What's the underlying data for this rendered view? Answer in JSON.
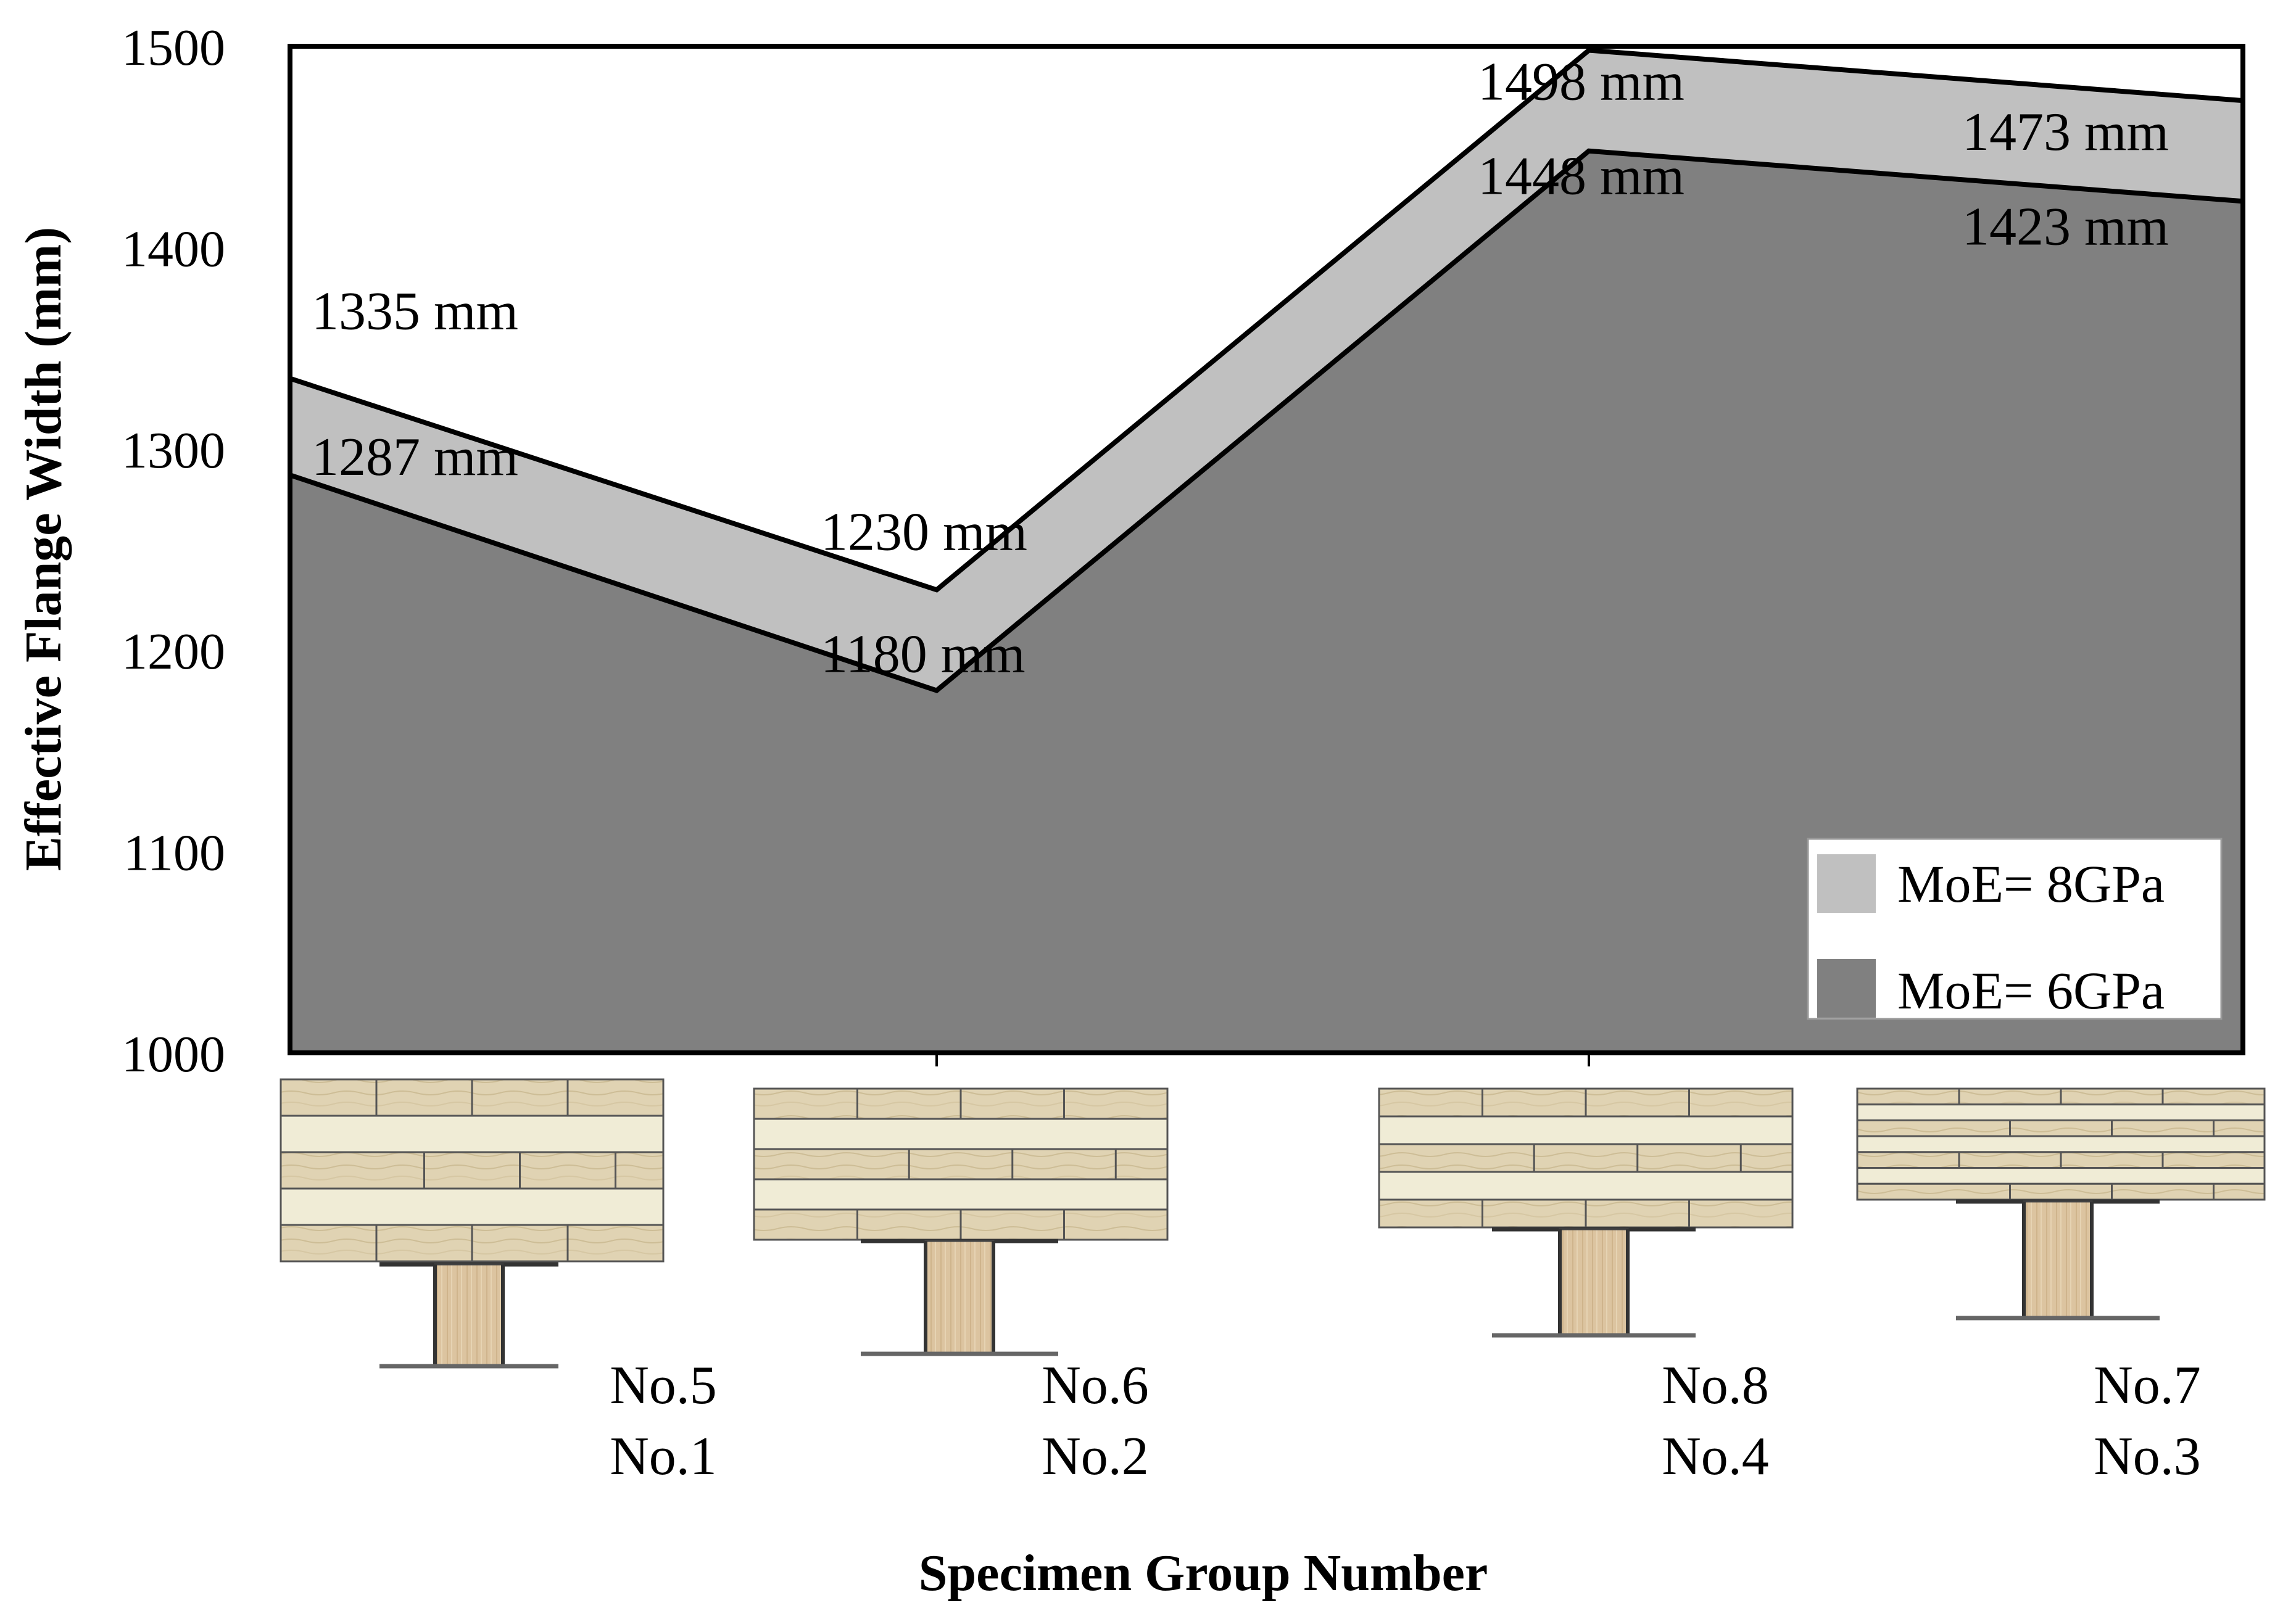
{
  "chart_data": {
    "type": "area",
    "title": "",
    "xlabel": "Specimen Group Number",
    "ylabel": "Effective Flange Width (mm)",
    "ylim": [
      1000,
      1500
    ],
    "yticks": [
      "1000",
      "1100",
      "1200",
      "1300",
      "1400",
      "1500"
    ],
    "grid": false,
    "legend_position": "bottom-right",
    "categories": [
      {
        "top": "No.5",
        "bottom": "No.1"
      },
      {
        "top": "No.6",
        "bottom": "No.2"
      },
      {
        "top": "No.8",
        "bottom": "No.4"
      },
      {
        "top": "No.7",
        "bottom": "No.3"
      }
    ],
    "series": [
      {
        "name": "MoE= 8GPa",
        "color": "#c0c0c0",
        "values": [
          1335,
          1230,
          1498,
          1473
        ],
        "labels": [
          "1335 mm",
          "1230 mm",
          "1498 mm",
          "1473 mm"
        ]
      },
      {
        "name": "MoE= 6GPa",
        "color": "#808080",
        "values": [
          1287,
          1180,
          1448,
          1423
        ],
        "labels": [
          "1287 mm",
          "1180 mm",
          "1448 mm",
          "1423 mm"
        ]
      }
    ]
  }
}
